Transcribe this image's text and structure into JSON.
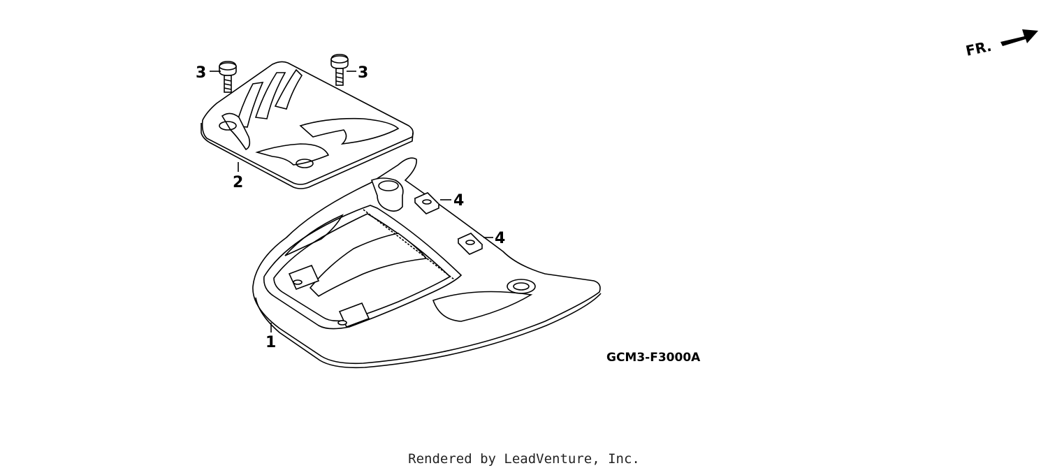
{
  "diagram": {
    "direction_label": "FR.",
    "drawing_code": "GCM3-F3000A",
    "callouts": [
      {
        "id": "part-1",
        "label": "1"
      },
      {
        "id": "part-2",
        "label": "2"
      },
      {
        "id": "part-3a",
        "label": "3"
      },
      {
        "id": "part-3b",
        "label": "3"
      },
      {
        "id": "part-4a",
        "label": "4"
      },
      {
        "id": "part-4b",
        "label": "4"
      }
    ]
  },
  "footer": {
    "text": "Rendered by LeadVenture, Inc."
  },
  "colors": {
    "line": "#000000",
    "background": "#ffffff"
  }
}
